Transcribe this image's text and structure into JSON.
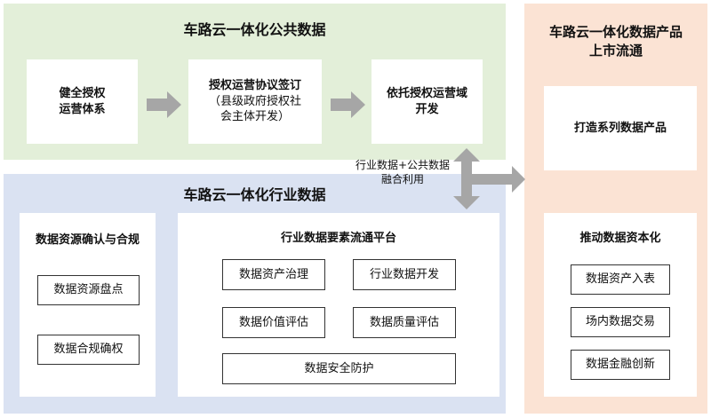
{
  "public": {
    "title": "车路云一体化公共数据",
    "steps": [
      {
        "lines": [
          "健全授权",
          "运营体系"
        ]
      },
      {
        "lines": [
          "授权运营协议签订",
          "（县级政府授权社",
          "会主体开发）"
        ]
      },
      {
        "lines": [
          "依托授权运营域",
          "开发"
        ]
      }
    ]
  },
  "fusion_label": [
    "行业数据+公共数据",
    "融合利用"
  ],
  "industry": {
    "title": "车路云一体化行业数据",
    "left": {
      "title": "数据资源确认与合规",
      "items": [
        "数据资源盘点",
        "数据合规确权"
      ]
    },
    "platform": {
      "title": "行业数据要素流通平台",
      "items": [
        "数据资产治理",
        "行业数据开发",
        "数据价值评估",
        "数据质量评估",
        "数据安全防护"
      ]
    }
  },
  "product": {
    "title": [
      "车路云一体化数据产品",
      "上市流通"
    ],
    "build": "打造系列数据产品",
    "capital": {
      "title": "推动数据资本化",
      "items": [
        "数据资产入表",
        "场内数据交易",
        "数据金融创新"
      ]
    }
  },
  "colors": {
    "public_bg": "#e3efd9",
    "industry_bg": "#dae2f2",
    "product_bg": "#fbe3d4",
    "arrow": "#a6a6a6"
  }
}
